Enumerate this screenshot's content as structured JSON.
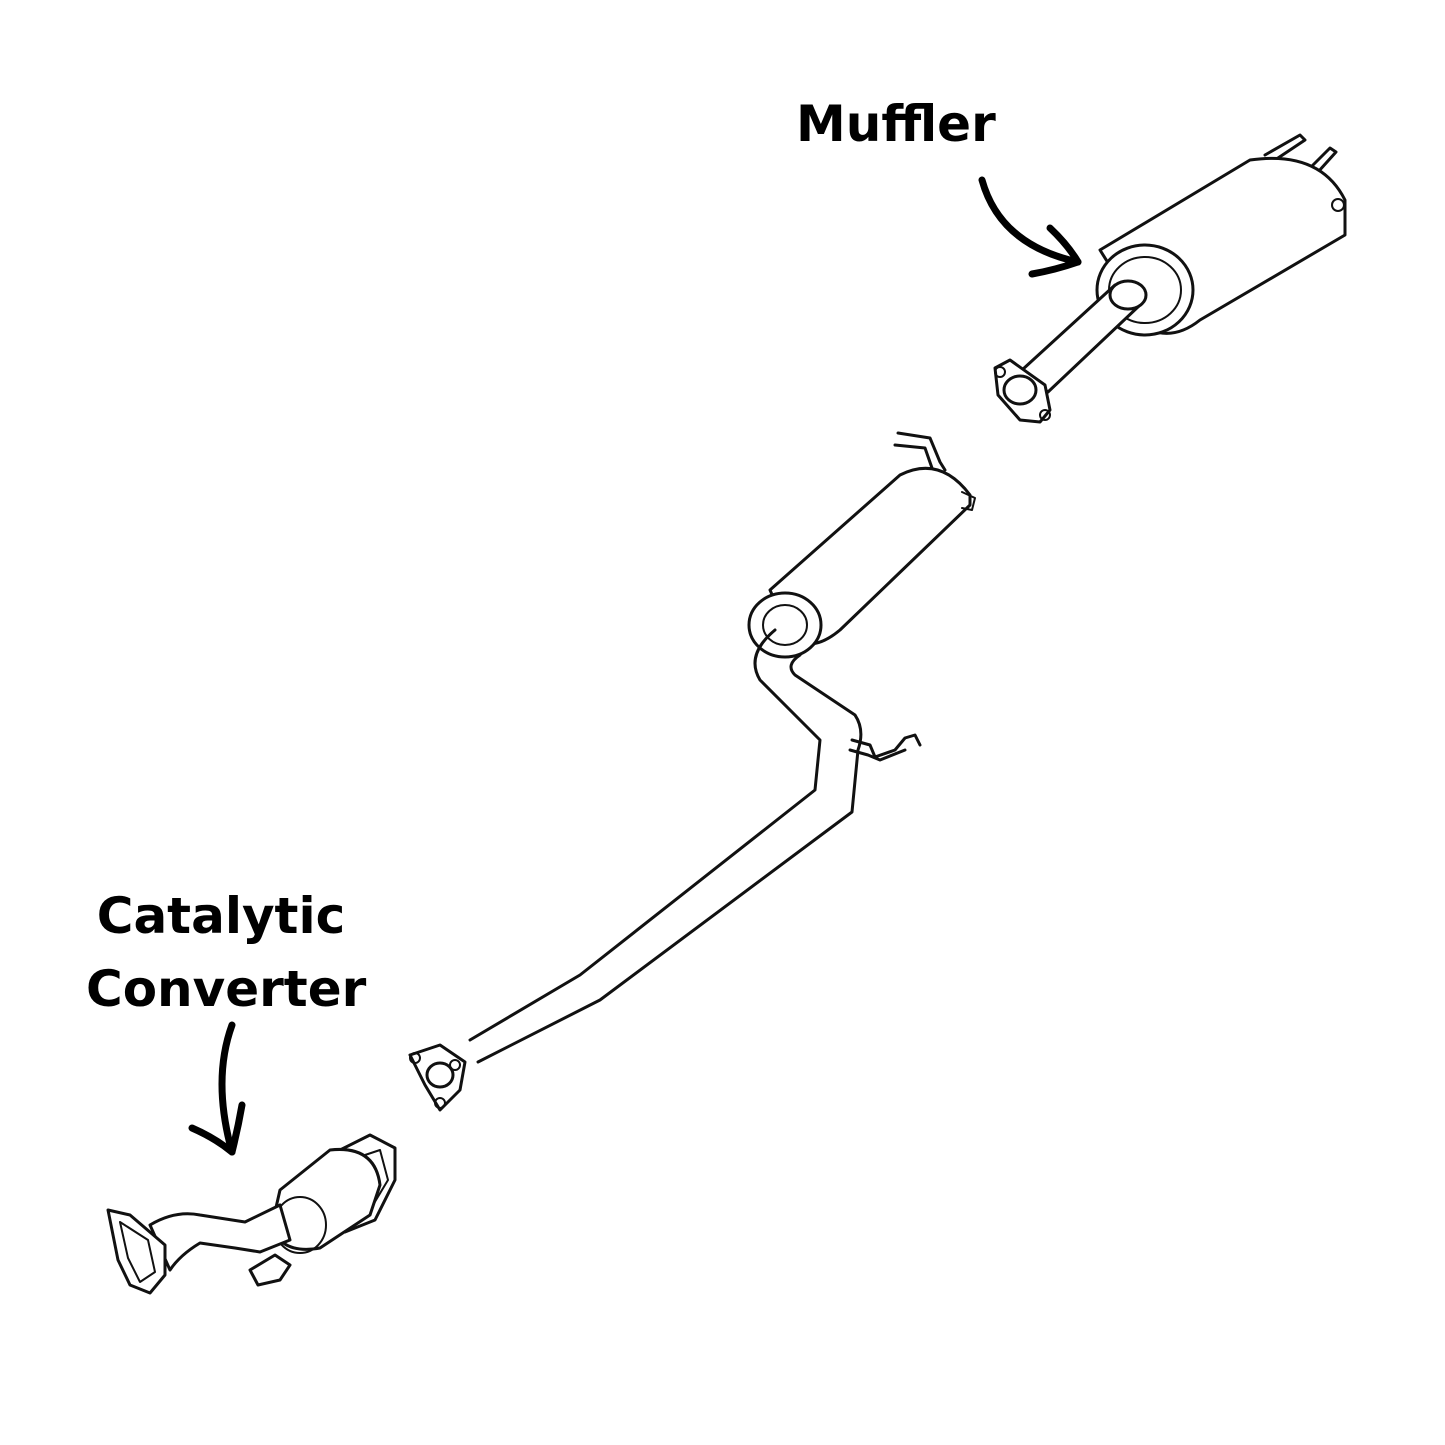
{
  "labels": {
    "muffler": "Muffler",
    "catalytic_line1": "Catalytic",
    "catalytic_line2": "Converter"
  },
  "components": [
    {
      "name": "catalytic-converter"
    },
    {
      "name": "middle-pipe-with-resonator"
    },
    {
      "name": "rear-muffler"
    }
  ],
  "colors": {
    "line": "#111111",
    "background": "#ffffff",
    "text": "#000000"
  }
}
